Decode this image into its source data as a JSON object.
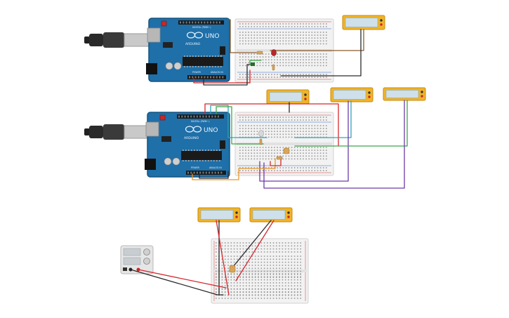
{
  "colors": {
    "background": "#ffffff",
    "arduino_board": "#1f6fa8",
    "arduino_board_edge": "#155580",
    "breadboard": "#f2f2f2",
    "breadboard_edge": "#d2d2d2",
    "meter_frame": "#f0b429",
    "meter_display": "#cfe0ea",
    "wire_red": "#d8262b",
    "wire_black": "#2a2a2a",
    "wire_brown": "#8a5a2b",
    "wire_green": "#3aa64a",
    "wire_purple": "#6e3aa8",
    "wire_teal": "#2aa6b8",
    "wire_orange": "#e39a2a",
    "led_red": "#b8282a",
    "led_white": "#d8d8dc",
    "resistor": "#d9a55a"
  },
  "arduinos": [
    {
      "name": "arduino-uno-top",
      "model_label": "UNO",
      "brand_label": "ARDUINO",
      "digital_label": "DIGITAL (PWM~)",
      "analog_label": "ANALOG IN",
      "power_label": "POWER"
    },
    {
      "name": "arduino-uno-middle",
      "model_label": "UNO",
      "brand_label": "ARDUINO",
      "digital_label": "DIGITAL (PWM~)",
      "analog_label": "ANALOG IN",
      "power_label": "POWER"
    }
  ],
  "meters": [
    {
      "name": "multimeter-top-right"
    },
    {
      "name": "multimeter-middle-left"
    },
    {
      "name": "multimeter-middle-center"
    },
    {
      "name": "multimeter-middle-right"
    },
    {
      "name": "multimeter-bottom-left"
    },
    {
      "name": "multimeter-bottom-right"
    }
  ],
  "power_supply": {
    "name": "dc-power-supply"
  }
}
